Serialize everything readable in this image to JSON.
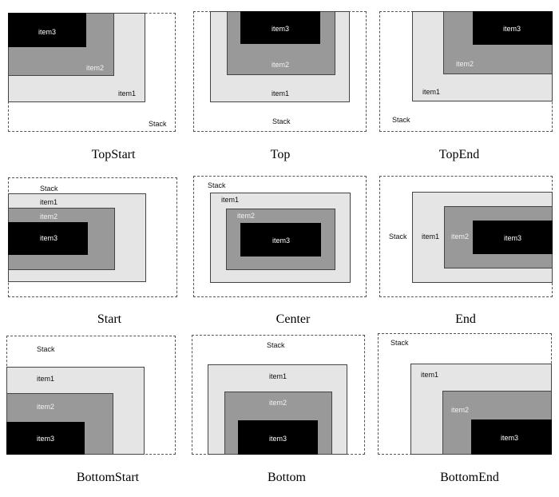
{
  "labels": {
    "stack": "Stack",
    "item1": "item1",
    "item2": "item2",
    "item3": "item3"
  },
  "captions": {
    "top_start": "TopStart",
    "top": "Top",
    "top_end": "TopEnd",
    "start": "Start",
    "center": "Center",
    "end": "End",
    "bottom_start": "BottomStart",
    "bottom": "Bottom",
    "bottom_end": "BottomEnd"
  },
  "colors": {
    "item1": "#e4e5e4",
    "item2": "#999999",
    "item3": "#000000",
    "border": "#444444"
  }
}
